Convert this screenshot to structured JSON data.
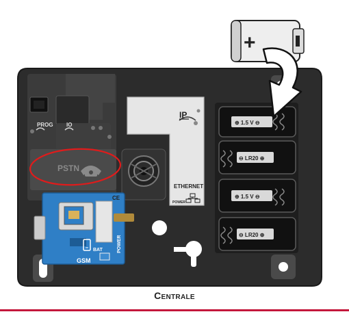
{
  "labels": {
    "prog": "PROG",
    "io": "IO",
    "pstn": "PSTN",
    "ip": "IP",
    "ethernet": "ETHERNET",
    "power_small": "POWER",
    "battery_1": "⊕ 1.5 V ⊖",
    "battery_2": "⊖ LR20 ⊕",
    "battery_3": "⊕ 1.5 V ⊖",
    "battery_4": "⊖ LR20 ⊕",
    "gsm": "GSM",
    "bat": "BAT",
    "gsm_power": "POWER",
    "ce": "CE",
    "new_battery_plus": "+",
    "new_battery_minus": "−"
  },
  "caption": "Centrale",
  "colors": {
    "housing": "#2c2c2c",
    "panel": "#3a3a3a",
    "gsm_module": "#2f7fc6",
    "ip_module": "#e6e6e6",
    "highlight_circle": "#e01b1b",
    "rule": "#c4183c"
  },
  "icons": {
    "arrow": "curved-arrow-icon",
    "phone": "phone-icon",
    "speaker": "speaker-icon",
    "network": "network-icon",
    "ce_mark": "ce-mark-icon"
  }
}
